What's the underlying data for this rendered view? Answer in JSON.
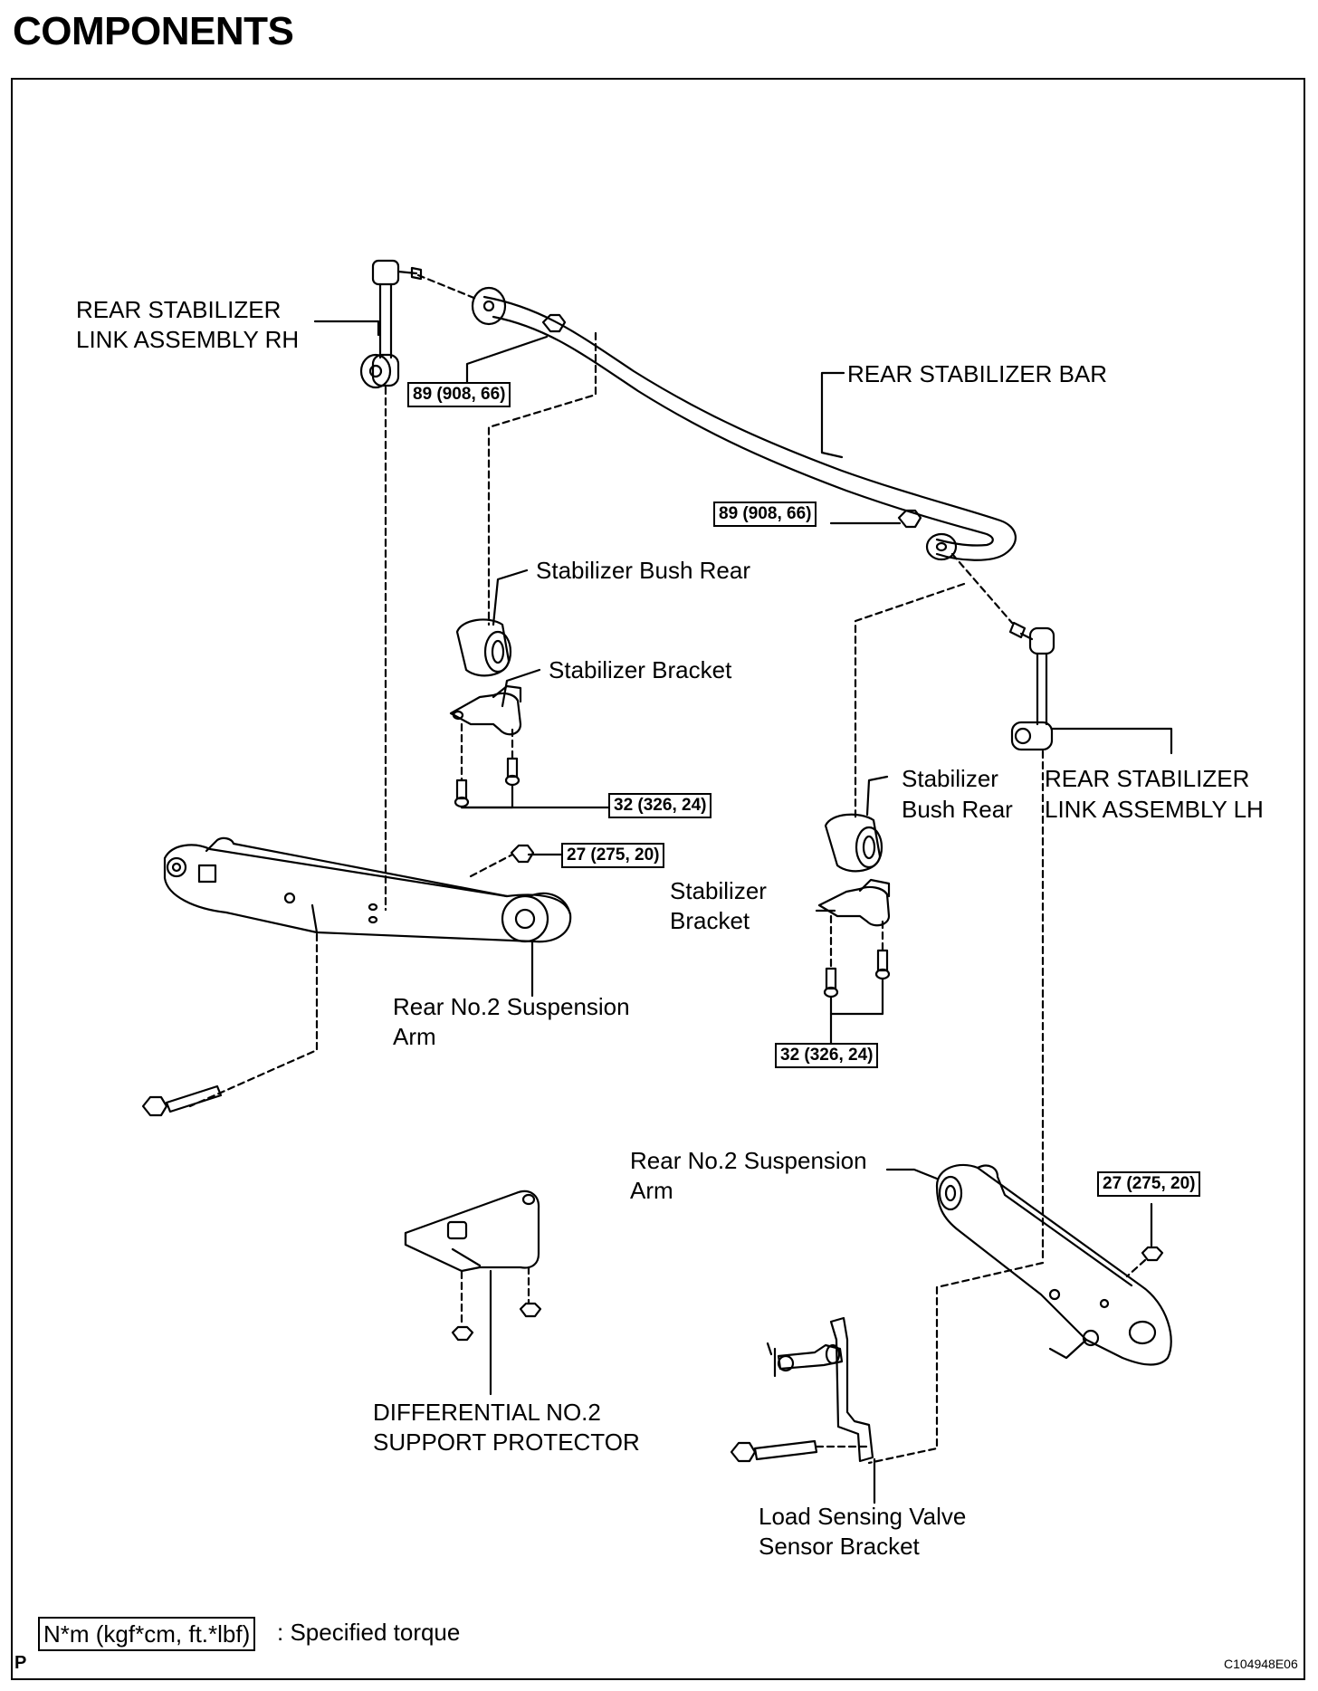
{
  "title": "COMPONENTS",
  "labels": {
    "link_rh_1": "REAR STABILIZER",
    "link_rh_2": "LINK ASSEMBLY RH",
    "bar": "REAR STABILIZER BAR",
    "bush_rear_1": "Stabilizer Bush Rear",
    "bracket_1": "Stabilizer Bracket",
    "bush_rear_2a": "Stabilizer",
    "bush_rear_2b": "Bush Rear",
    "link_lh_1": "REAR STABILIZER",
    "link_lh_2": "LINK ASSEMBLY LH",
    "bracket_2a": "Stabilizer",
    "bracket_2b": "Bracket",
    "arm_rh_1": "Rear No.2 Suspension",
    "arm_rh_2": "Arm",
    "arm_lh_1": "Rear No.2 Suspension",
    "arm_lh_2": "Arm",
    "protector_1": "DIFFERENTIAL NO.2",
    "protector_2": "SUPPORT PROTECTOR",
    "lsv_1": "Load Sensing Valve",
    "lsv_2": "Sensor Bracket"
  },
  "torques": {
    "t1": "89 (908, 66)",
    "t2": "89 (908, 66)",
    "t3": "32 (326, 24)",
    "t4": "27 (275, 20)",
    "t5": "32 (326, 24)",
    "t6": "27 (275, 20)"
  },
  "legend": {
    "box": "N*m (kgf*cm, ft.*lbf)",
    "text": ": Specified torque"
  },
  "footer": {
    "p_mark": "P",
    "code": "C104948E06"
  }
}
